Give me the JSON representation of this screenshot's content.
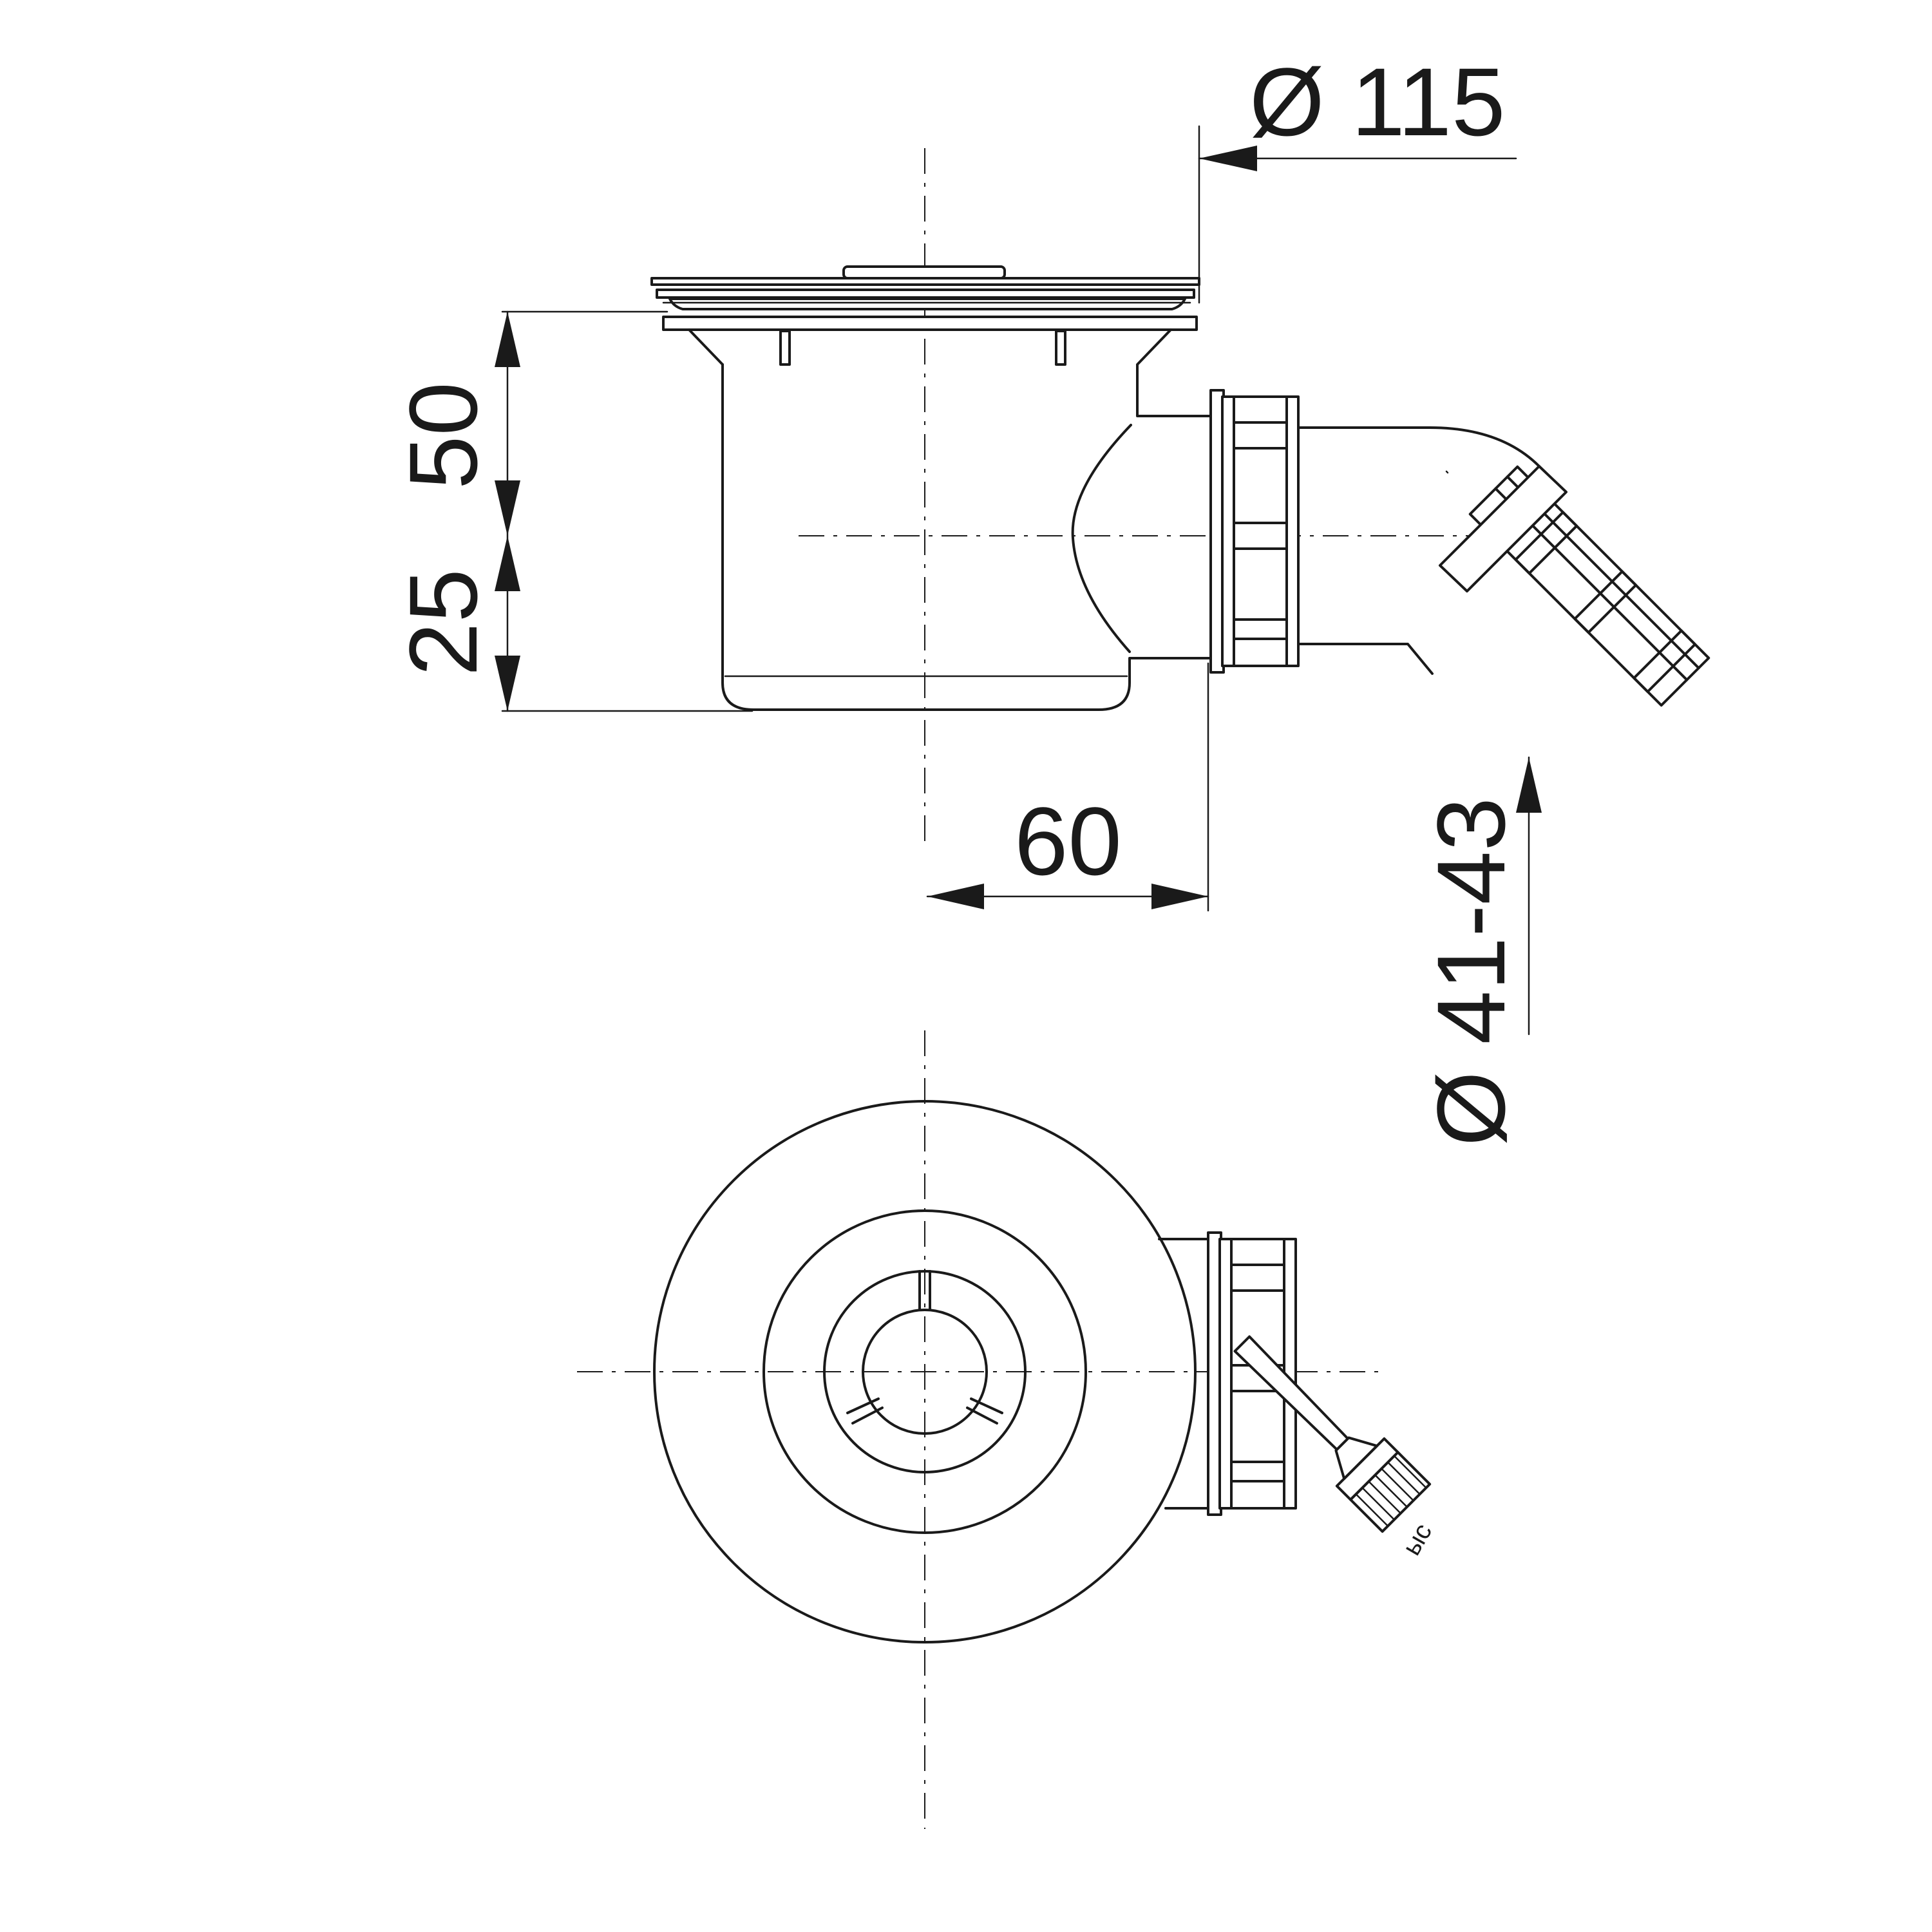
{
  "drawing": {
    "dimensions": {
      "top_diameter": "Ø 115",
      "height_upper": "50",
      "height_lower": "25",
      "outlet_offset": "60",
      "outlet_diameter": "Ø 41-43"
    },
    "brush_label": "ыс"
  }
}
